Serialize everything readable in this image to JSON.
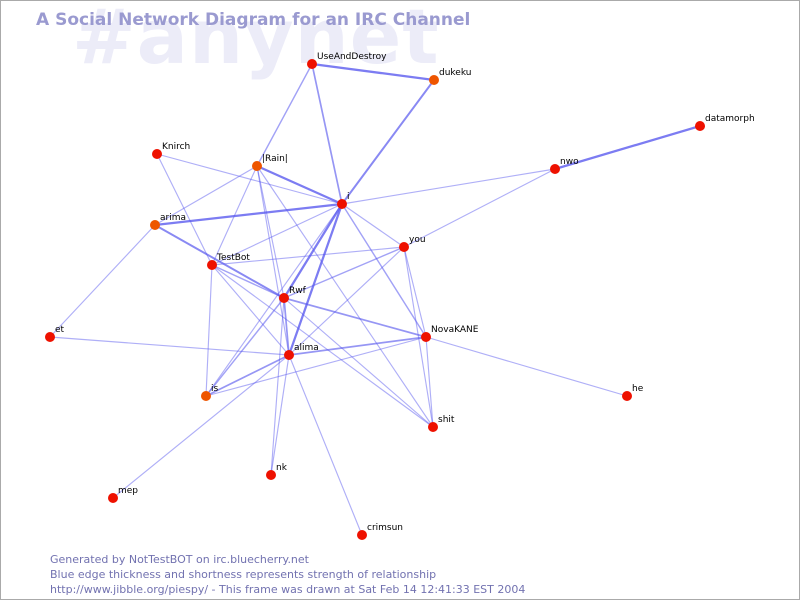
{
  "watermark": "#anynet",
  "title": "A Social Network Diagram for an IRC Channel",
  "footer": {
    "line1": "Generated by NotTestBOT on irc.bluecherry.net",
    "line2": "Blue edge thickness and shortness represents strength of relationship",
    "line3": "http://www.jibble.org/piespy/ - This frame was drawn at Sat Feb 14 12:41:33 EST 2004"
  },
  "colors": {
    "node": "#ee1100",
    "node_alt": "#ee5500",
    "edge": "#5555ee",
    "title": "#9a9ad0",
    "watermark": "#ececf8",
    "footer": "#7272b0"
  },
  "nodes": [
    {
      "id": "UseAndDestroy",
      "label": "UseAndDestroy",
      "color": "node"
    },
    {
      "id": "dukeku",
      "label": "dukeku",
      "color": "node_alt"
    },
    {
      "id": "datamorph",
      "label": "datamorph",
      "color": "node"
    },
    {
      "id": "Knirch",
      "label": "Knirch",
      "color": "node"
    },
    {
      "id": "Rain",
      "label": "|Rain|",
      "color": "node_alt"
    },
    {
      "id": "nwo",
      "label": "nwo",
      "color": "node"
    },
    {
      "id": "i",
      "label": "i",
      "color": "node"
    },
    {
      "id": "arima",
      "label": "arima",
      "color": "node_alt"
    },
    {
      "id": "you",
      "label": "you",
      "color": "node"
    },
    {
      "id": "TestBot",
      "label": "TestBot",
      "color": "node"
    },
    {
      "id": "Rwf",
      "label": "Rwf",
      "color": "node"
    },
    {
      "id": "et",
      "label": "et",
      "color": "node"
    },
    {
      "id": "NovaKANE",
      "label": "NovaKANE",
      "color": "node"
    },
    {
      "id": "alima",
      "label": "alima",
      "color": "node"
    },
    {
      "id": "he",
      "label": "he",
      "color": "node"
    },
    {
      "id": "is",
      "label": "is",
      "color": "node_alt"
    },
    {
      "id": "shit",
      "label": "shit",
      "color": "node"
    },
    {
      "id": "nk",
      "label": "nk",
      "color": "node"
    },
    {
      "id": "mep",
      "label": "mep",
      "color": "node"
    },
    {
      "id": "crimsun",
      "label": "crimsun",
      "color": "node"
    }
  ],
  "edges": [
    {
      "from": "UseAndDestroy",
      "to": "dukeku",
      "strength": 3
    },
    {
      "from": "UseAndDestroy",
      "to": "i",
      "strength": 2
    },
    {
      "from": "UseAndDestroy",
      "to": "Rain",
      "strength": 1.5
    },
    {
      "from": "dukeku",
      "to": "i",
      "strength": 2.5
    },
    {
      "from": "datamorph",
      "to": "nwo",
      "strength": 3
    },
    {
      "from": "nwo",
      "to": "i",
      "strength": 1
    },
    {
      "from": "nwo",
      "to": "you",
      "strength": 1
    },
    {
      "from": "Knirch",
      "to": "i",
      "strength": 1
    },
    {
      "from": "Knirch",
      "to": "TestBot",
      "strength": 1
    },
    {
      "from": "Rain",
      "to": "i",
      "strength": 3
    },
    {
      "from": "Rain",
      "to": "arima",
      "strength": 1
    },
    {
      "from": "Rain",
      "to": "TestBot",
      "strength": 1
    },
    {
      "from": "Rain",
      "to": "Rwf",
      "strength": 1
    },
    {
      "from": "Rain",
      "to": "alima",
      "strength": 1
    },
    {
      "from": "Rain",
      "to": "shit",
      "strength": 1
    },
    {
      "from": "arima",
      "to": "i",
      "strength": 3
    },
    {
      "from": "arima",
      "to": "Rwf",
      "strength": 2.5
    },
    {
      "from": "arima",
      "to": "et",
      "strength": 1
    },
    {
      "from": "i",
      "to": "you",
      "strength": 1
    },
    {
      "from": "i",
      "to": "TestBot",
      "strength": 1
    },
    {
      "from": "i",
      "to": "Rwf",
      "strength": 3
    },
    {
      "from": "i",
      "to": "alima",
      "strength": 3
    },
    {
      "from": "i",
      "to": "NovaKANE",
      "strength": 1.5
    },
    {
      "from": "i",
      "to": "is",
      "strength": 1
    },
    {
      "from": "you",
      "to": "TestBot",
      "strength": 1
    },
    {
      "from": "you",
      "to": "Rwf",
      "strength": 1.5
    },
    {
      "from": "you",
      "to": "alima",
      "strength": 1
    },
    {
      "from": "you",
      "to": "NovaKANE",
      "strength": 1
    },
    {
      "from": "you",
      "to": "shit",
      "strength": 1
    },
    {
      "from": "TestBot",
      "to": "Rwf",
      "strength": 1.5
    },
    {
      "from": "TestBot",
      "to": "alima",
      "strength": 1
    },
    {
      "from": "TestBot",
      "to": "is",
      "strength": 1
    },
    {
      "from": "TestBot",
      "to": "shit",
      "strength": 1
    },
    {
      "from": "Rwf",
      "to": "alima",
      "strength": 2
    },
    {
      "from": "Rwf",
      "to": "NovaKANE",
      "strength": 2
    },
    {
      "from": "Rwf",
      "to": "is",
      "strength": 1.5
    },
    {
      "from": "Rwf",
      "to": "nk",
      "strength": 1
    },
    {
      "from": "Rwf",
      "to": "shit",
      "strength": 1
    },
    {
      "from": "alima",
      "to": "NovaKANE",
      "strength": 2
    },
    {
      "from": "alima",
      "to": "is",
      "strength": 2
    },
    {
      "from": "alima",
      "to": "et",
      "strength": 1
    },
    {
      "from": "alima",
      "to": "nk",
      "strength": 1
    },
    {
      "from": "alima",
      "to": "mep",
      "strength": 1
    },
    {
      "from": "alima",
      "to": "crimsun",
      "strength": 1
    },
    {
      "from": "NovaKANE",
      "to": "he",
      "strength": 1
    },
    {
      "from": "NovaKANE",
      "to": "shit",
      "strength": 1
    },
    {
      "from": "NovaKANE",
      "to": "is",
      "strength": 1
    }
  ]
}
